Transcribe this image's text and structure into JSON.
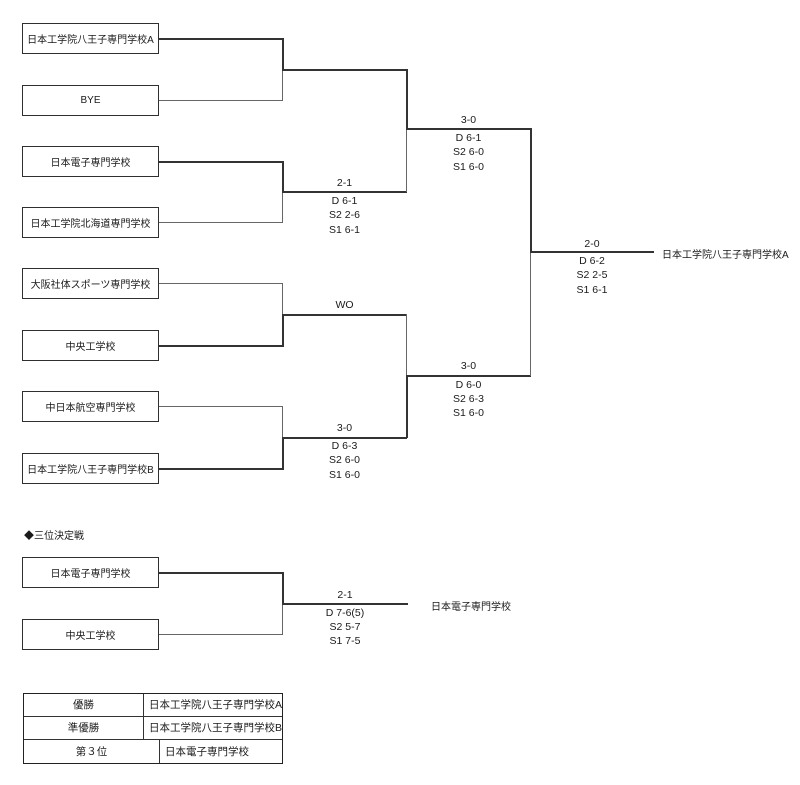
{
  "bracket": {
    "teams": [
      "日本工学院八王子専門学校A",
      "BYE",
      "日本電子専門学校",
      "日本工学院北海道専門学校",
      "大阪社体スポーツ専門学校",
      "中央工学校",
      "中日本航空専門学校",
      "日本工学院八王子専門学校B"
    ],
    "matches": {
      "m2": {
        "score": "2-1",
        "sets": [
          "D 6-1",
          "S2 2-6",
          "S1 6-1"
        ]
      },
      "m3": {
        "score": "WO",
        "sets": []
      },
      "m4": {
        "score": "3-0",
        "sets": [
          "D 6-3",
          "S2 6-0",
          "S1 6-0"
        ]
      },
      "sf1": {
        "score": "3-0",
        "sets": [
          "D 6-1",
          "S2 6-0",
          "S1 6-0"
        ]
      },
      "sf2": {
        "score": "3-0",
        "sets": [
          "D 6-0",
          "S2 6-3",
          "S1 6-0"
        ]
      },
      "final": {
        "score": "2-0",
        "sets": [
          "D 6-2",
          "S2 2-5",
          "S1 6-1"
        ]
      },
      "third": {
        "score": "2-1",
        "sets": [
          "D 7-6(5)",
          "S2 5-7",
          "S1 7-5"
        ]
      }
    },
    "champion": "日本工学院八王子専門学校A"
  },
  "third_place": {
    "heading": "◆三位決定戦",
    "teams": [
      "日本電子専門学校",
      "中央工学校"
    ],
    "winner": "日本電子専門学校"
  },
  "results_table": {
    "rows": [
      {
        "rank": "優勝",
        "team": "日本工学院八王子専門学校A"
      },
      {
        "rank": "準優勝",
        "team": "日本工学院八王子専門学校B"
      },
      {
        "rank": "第３位",
        "team": "日本電子専門学校"
      }
    ]
  },
  "colors": {
    "line_thick": "#333333",
    "line_thin": "#666666",
    "border": "#2f2f2f"
  }
}
